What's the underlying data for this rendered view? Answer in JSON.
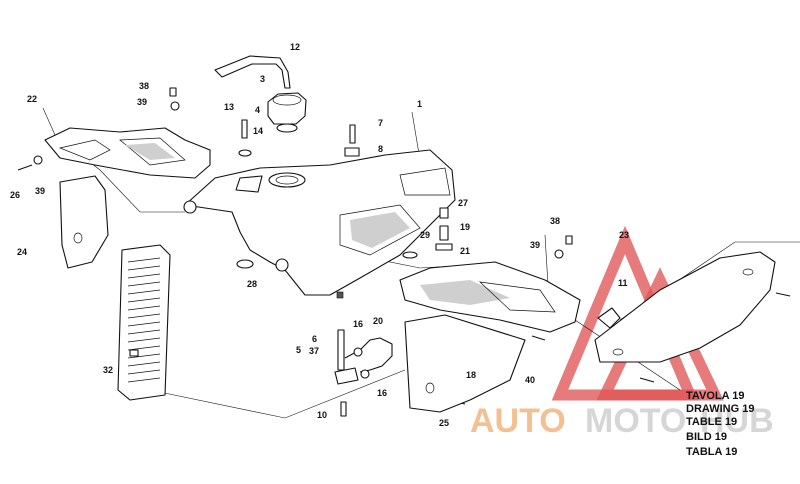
{
  "callouts": [
    "1",
    "3",
    "4",
    "5",
    "6",
    "7",
    "8",
    "10",
    "11",
    "12",
    "13",
    "14",
    "16",
    "16",
    "18",
    "19",
    "20",
    "21",
    "22",
    "23",
    "24",
    "25",
    "26",
    "27",
    "28",
    "29",
    "32",
    "37",
    "38",
    "38",
    "39",
    "39",
    "39",
    "40"
  ],
  "title_block": [
    "TAVOLA 19",
    "DRAWING 19",
    "TABLE 19",
    "BILD 19",
    "TABLA 19"
  ],
  "watermark": {
    "part1": "AUTO",
    "part2": "MOTO",
    "part3": "HUB",
    "accent_color": "#f2b77e",
    "triangle_color": "#e05555"
  }
}
